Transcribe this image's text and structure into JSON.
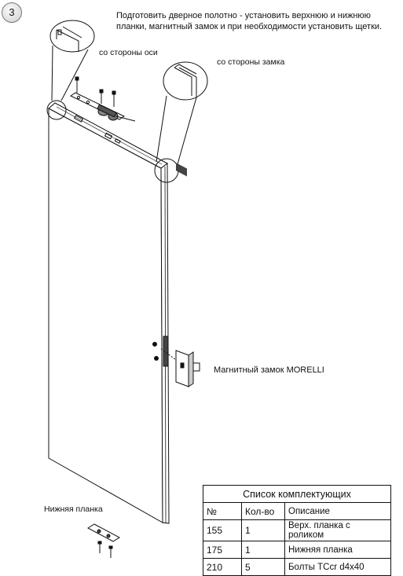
{
  "step": {
    "number": "3"
  },
  "instructions": {
    "line1": "Подготовить дверное полотно - установить верхнюю и нижнюю",
    "line2": "планки, магнитный замок и при необходимости установить щетки."
  },
  "labels": {
    "axis_side": "со стороны оси",
    "lock_side": "со стороны замка",
    "magnetic_lock": "Магнитный замок  MORELLI",
    "bottom_plate": "Нижняя планка"
  },
  "parts_table": {
    "caption": "Список комплектующих",
    "headers": [
      "№",
      "Кол-во",
      "Описание"
    ],
    "rows": [
      [
        "155",
        "1",
        "Верх. планка с роликом"
      ],
      [
        "175",
        "1",
        "Нижняя планка"
      ],
      [
        "210",
        "5",
        "Болты TCcr d4x40"
      ]
    ]
  }
}
